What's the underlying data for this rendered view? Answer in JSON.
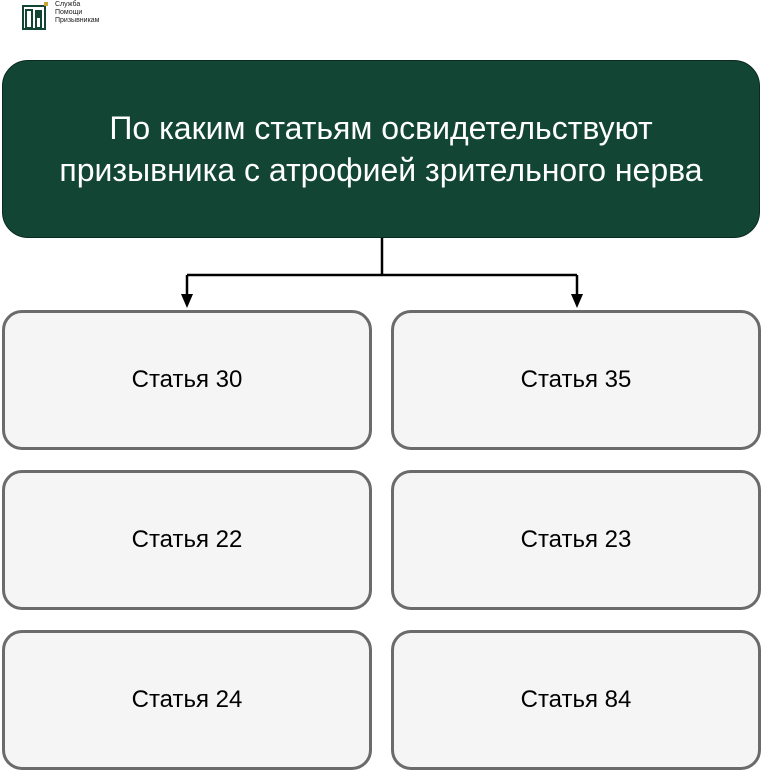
{
  "logo": {
    "lines": [
      "Служба",
      "Помощи",
      "Призывникам"
    ],
    "accent": "#124534"
  },
  "title": "По каким статьям освидетельствуют призывника с атрофией зрительного нерва",
  "colors": {
    "title_bg": "#124534",
    "card_bg": "#f5f5f5",
    "card_border": "#6b6b6b"
  },
  "articles": [
    {
      "label": "Статья 30"
    },
    {
      "label": "Статья 35"
    },
    {
      "label": "Статья 22"
    },
    {
      "label": "Статья 23"
    },
    {
      "label": "Статья 24"
    },
    {
      "label": "Статья 84"
    }
  ]
}
